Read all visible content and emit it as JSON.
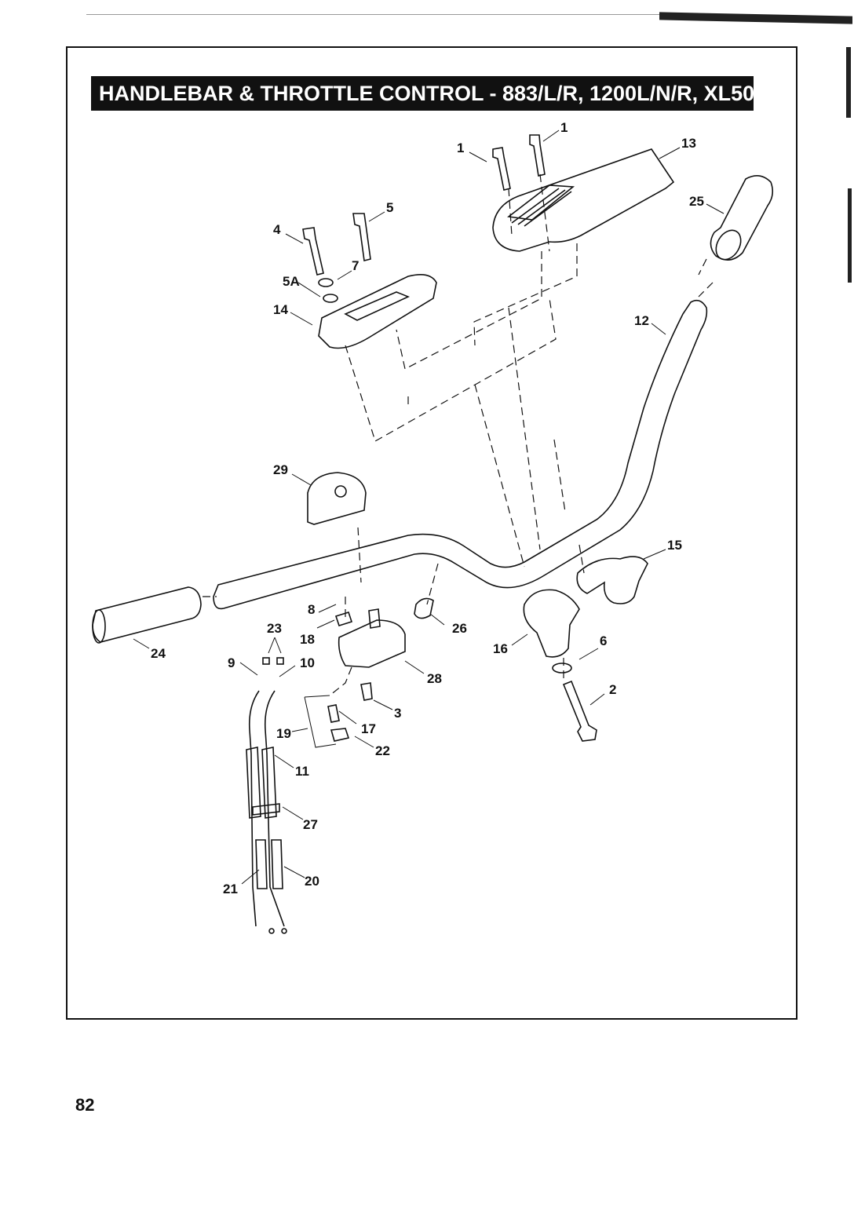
{
  "title": "HANDLEBAR & THROTTLE CONTROL - 883/L/R, 1200L/N/R, XL50",
  "page_number": "82",
  "callouts": {
    "c1a": "1",
    "c1b": "1",
    "c13": "13",
    "c25": "25",
    "c4": "4",
    "c5": "5",
    "c7": "7",
    "c5A": "5A",
    "c14": "14",
    "c12": "12",
    "c29": "29",
    "c15": "15",
    "c8": "8",
    "c23": "23",
    "c18": "18",
    "c26": "26",
    "c24": "24",
    "c16": "16",
    "c6": "6",
    "c9": "9",
    "c10": "10",
    "c28": "28",
    "c2": "2",
    "c3": "3",
    "c17": "17",
    "c19": "19",
    "c22": "22",
    "c11": "11",
    "c27": "27",
    "c21": "21",
    "c20": "20"
  }
}
